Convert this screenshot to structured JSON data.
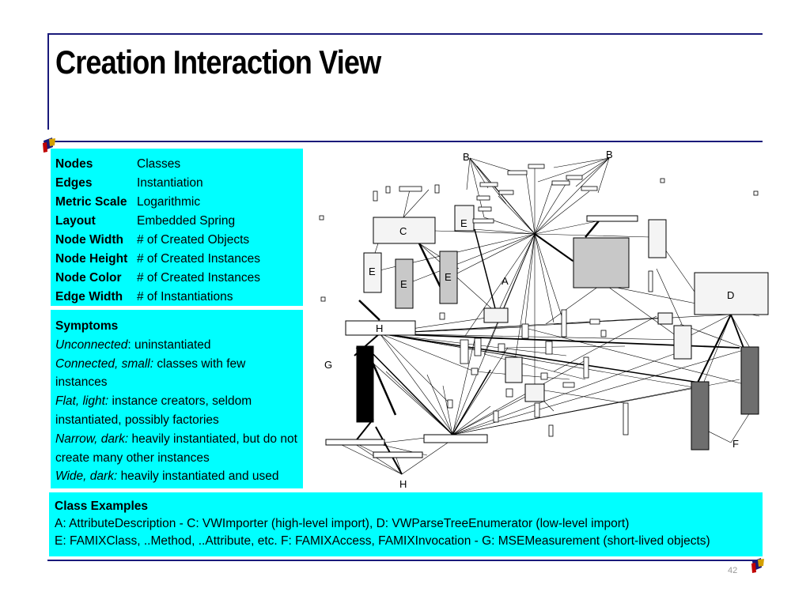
{
  "slide": {
    "title": "Creation Interaction View",
    "page_number": "42"
  },
  "legend": {
    "rows": [
      {
        "key": "Nodes",
        "value": "Classes"
      },
      {
        "key": "Edges",
        "value": "Instantiation"
      },
      {
        "key": "Metric Scale",
        "value": "Logarithmic"
      },
      {
        "key": "Layout",
        "value": "Embedded Spring"
      },
      {
        "key": "Node Width",
        "value": "# of Created Objects"
      },
      {
        "key": "Node Height",
        "value": "# of Created Instances"
      },
      {
        "key": "Node Color",
        "value": "# of Created Instances"
      },
      {
        "key": "Edge Width",
        "value": "# of Instantiations"
      }
    ]
  },
  "symptoms": {
    "heading": "Symptoms",
    "items": [
      {
        "term": "Unconnected",
        "sep": ": ",
        "desc": "uninstantiated"
      },
      {
        "term": "Connected, small:",
        "sep": " ",
        "desc": "classes with few instances"
      },
      {
        "term": "Flat, light:",
        "sep": " ",
        "desc": "instance creators, seldom instantiated, possibly factories"
      },
      {
        "term": "Narrow, dark:",
        "sep": " ",
        "desc": "heavily instantiated, but do not create many other instances"
      },
      {
        "term": "Wide, dark:",
        "sep": " ",
        "desc": "heavily instantiated and used"
      }
    ]
  },
  "examples": {
    "heading": "Class Examples",
    "lines": [
      "A: AttributeDescription - C: VWImporter (high-level import), D: VWParseTreeEnumerator (low-level import)",
      "E: FAMIXClass, ..Method, ..Attribute, etc. F: FAMIXAccess, FAMIXInvocation - G: MSEMeasurement (short-lived objects)"
    ]
  },
  "diagram": {
    "labels": {
      "b1": "B",
      "b2": "B",
      "c": "C",
      "e1": "E",
      "e2": "E",
      "e3": "E",
      "e4": "E",
      "a": "A",
      "d": "D",
      "h1": "H",
      "h2": "H",
      "g": "G",
      "f": "F"
    },
    "colors": {
      "node_light": "#f4f4f4",
      "node_mid": "#c8c8c8",
      "node_dark": "#6e6e6e",
      "node_black": "#000000",
      "edge": "#000000"
    }
  },
  "colors": {
    "panel_bg": "#00ffff",
    "frame_line": "#1a1a7a"
  }
}
